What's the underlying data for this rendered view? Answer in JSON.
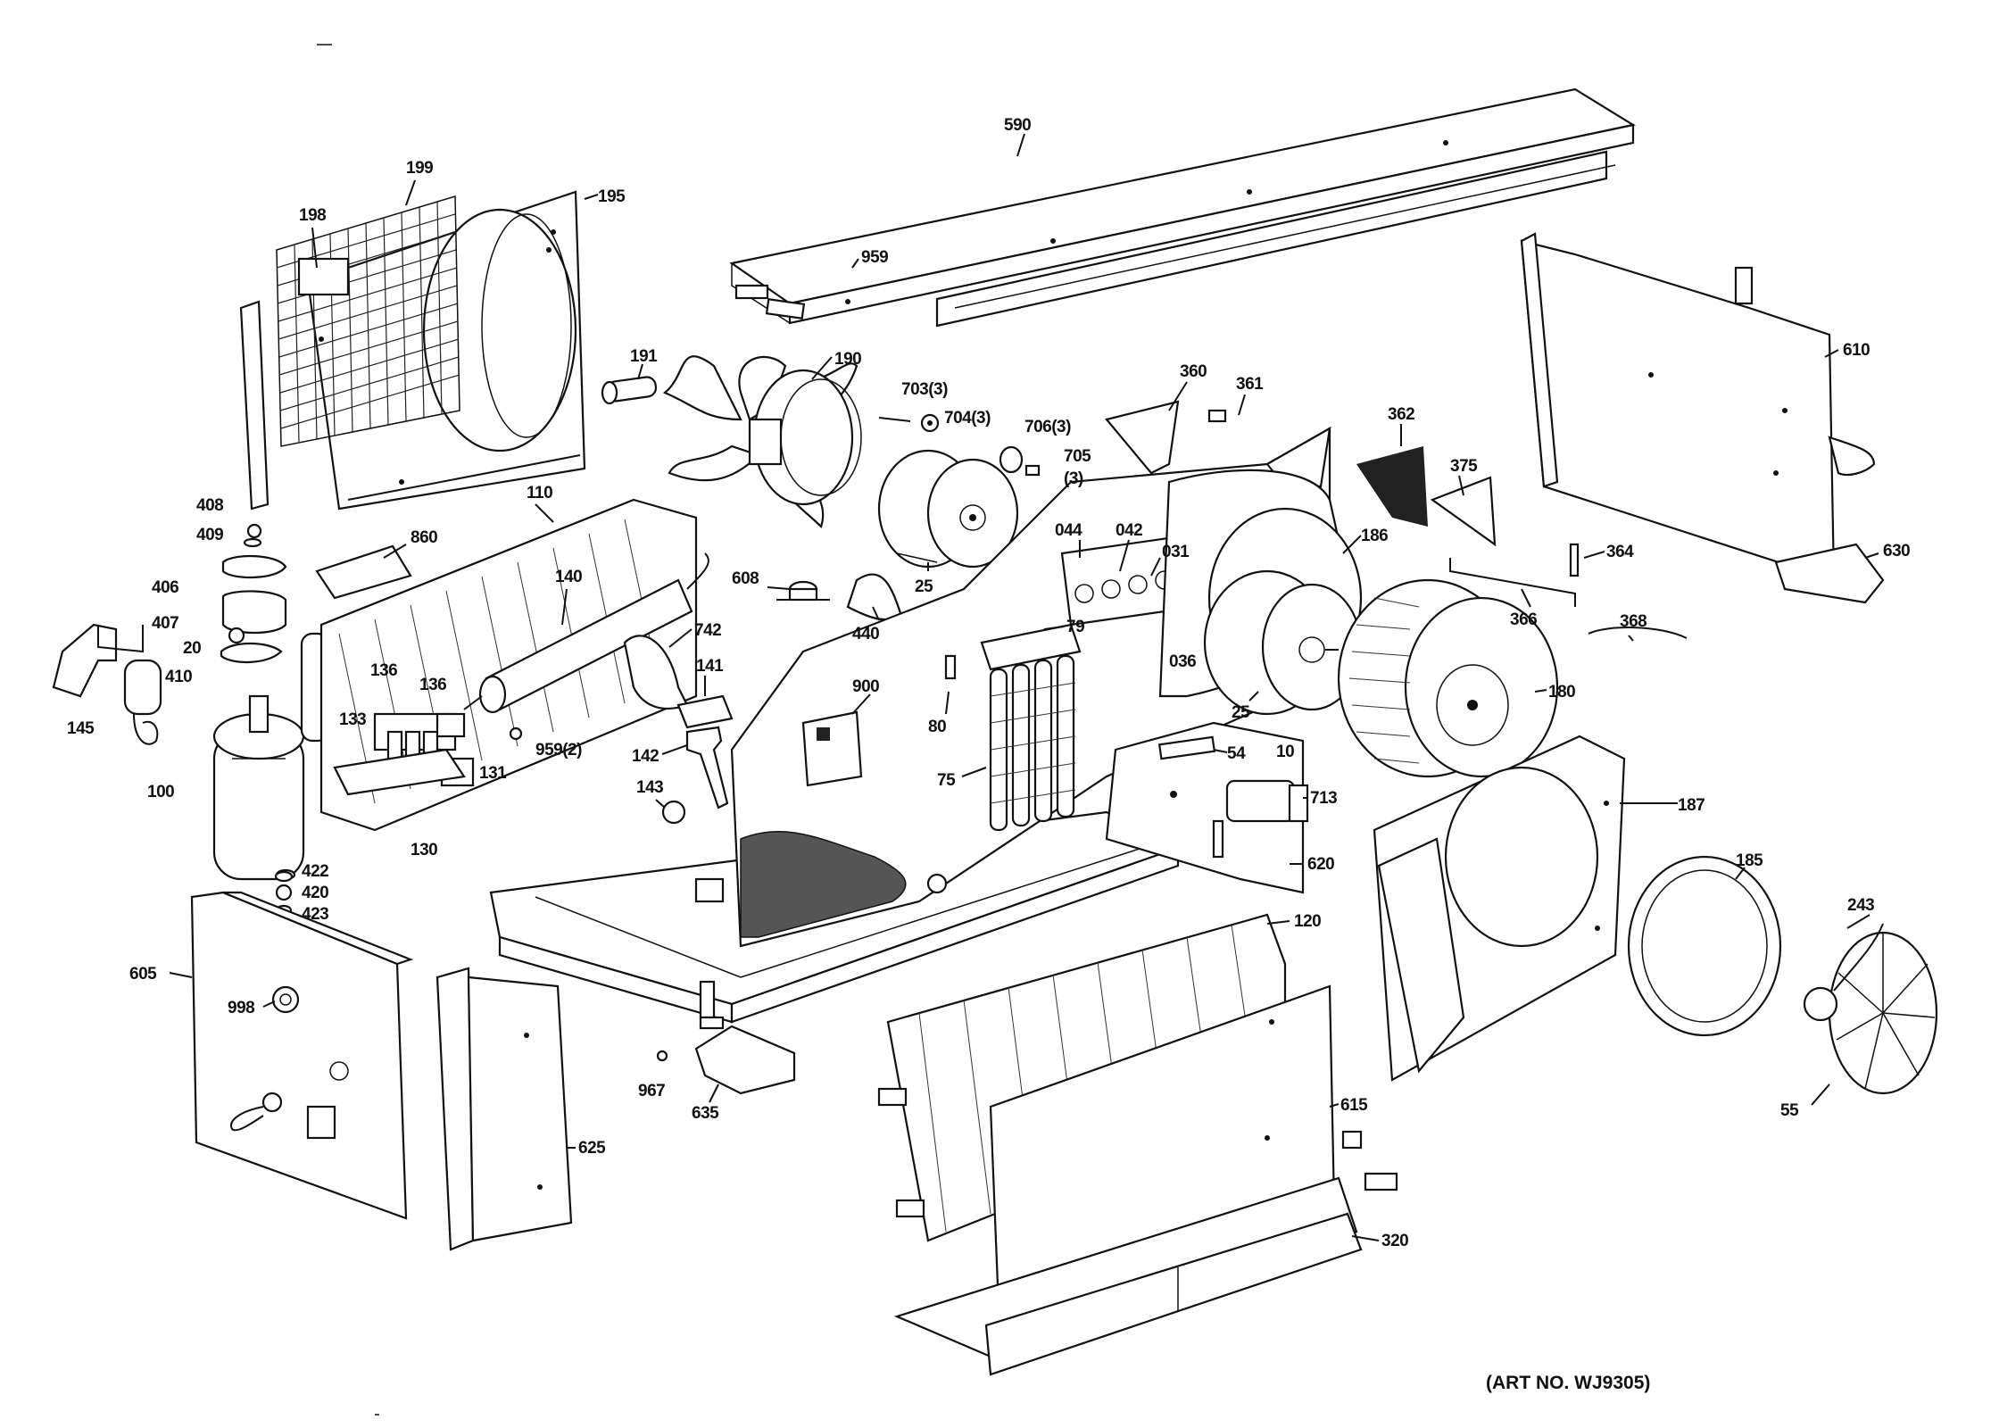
{
  "caption": "(ART NO. WJ9305)",
  "labels": [
    "590",
    "959",
    "199",
    "198",
    "195",
    "191",
    "190",
    "703(3)",
    "704(3)",
    "706(3)",
    "705",
    "(3)",
    "360",
    "361",
    "362",
    "375",
    "610",
    "630",
    "408",
    "409",
    "110",
    "860",
    "406",
    "407",
    "20",
    "410",
    "145",
    "100",
    "136",
    "140",
    "136",
    "133",
    "131",
    "959(2)",
    "130",
    "742",
    "141",
    "142",
    "143",
    "608",
    "25",
    "440",
    "044",
    "042",
    "031",
    "036",
    "186",
    "25",
    "180",
    "79",
    "80",
    "75",
    "900",
    "54",
    "10",
    "713",
    "620",
    "364",
    "366",
    "368",
    "187",
    "185",
    "243",
    "55",
    "120",
    "422",
    "420",
    "423",
    "605",
    "998",
    "625",
    "967",
    "635",
    "615",
    "320"
  ]
}
